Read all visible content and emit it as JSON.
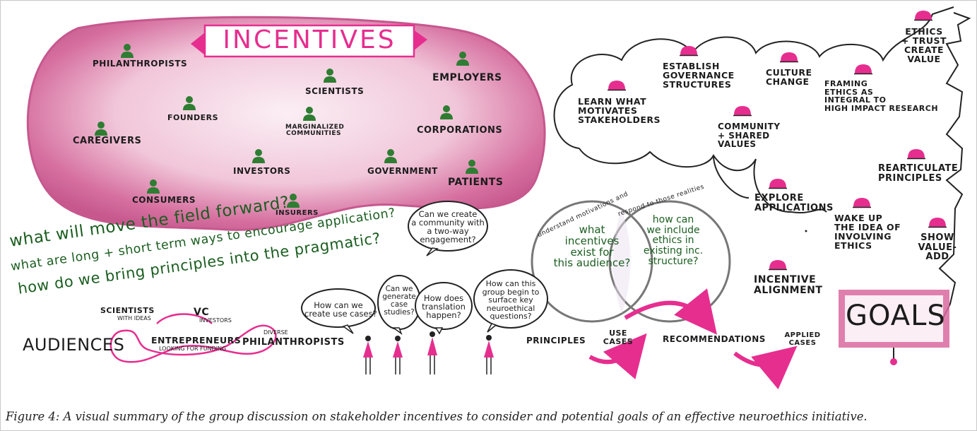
{
  "incentives": {
    "title": "INCENTIVES",
    "stakeholders": [
      "PHILANTHROPISTS",
      "FOUNDERS",
      "SCIENTISTS",
      "EMPLOYERS",
      "CAREGIVERS",
      "MARGINALIZED\nCOMMUNITIES",
      "CORPORATIONS",
      "INVESTORS",
      "GOVERNMENT",
      "PATIENTS",
      "CONSUMERS",
      "INSURERS"
    ]
  },
  "field_questions": [
    "what will move the field forward?",
    "what are long + short term ways to encourage application?",
    "how do we bring principles into the pragmatic?"
  ],
  "audiences": {
    "title": "AUDIENCES",
    "items": [
      "SCIENTISTS",
      "VC",
      "ENTREPRENEURS",
      "PHILANTHROPISTS"
    ],
    "notes": [
      "with ideas",
      "investors",
      "looking for funding",
      "diverse"
    ]
  },
  "speech_bubbles": [
    "How can we\ncreate use cases?",
    "Can we\ngenerate\ncase\nstudies?",
    "How does\ntranslation\nhappen?",
    "How can this\ngroup begin to\nsurface key\nneuroethical\nquestions?",
    "Can we create\na community with\na two-way\nengagement?"
  ],
  "venn": {
    "left_label": "understand motivations and",
    "right_label": "respond to those realities",
    "left_text": "what\nincentives\nexist for\nthis audience?",
    "right_text": "how can\nwe include\nethics in\nexisting inc.\nstructure?"
  },
  "flow": [
    "PRINCIPLES",
    "USE\nCASES",
    "RECOMMENDATIONS",
    "APPLIED\nCASES"
  ],
  "goals": {
    "title": "GOALS",
    "cloud_items": [
      "LEARN WHAT\nMOTIVATES\nSTAKEHOLDERS",
      "ESTABLISH\nGOVERNANCE\nSTRUCTURES",
      "CULTURE\nCHANGE",
      "COMMUNITY\n+ SHARED\nVALUES",
      "FRAMING\nETHICS AS\nINTEGRAL TO\nHIGH IMPACT RESEARCH",
      "ETHICS\n+ TRUST\nCREATE\nVALUE"
    ],
    "items": [
      "REARTICULATE\nPRINCIPLES",
      "EXPLORE\nAPPLICATIONS",
      "WAKE UP\nTHE IDEA OF\nINVOLVING\nETHICS",
      "SHOW\nVALUE-\nADD",
      "INCENTIVE\nALIGNMENT"
    ]
  },
  "caption": "Figure 4: A visual summary of the group discussion on stakeholder incentives to consider and potential goals of an effective neuroethics initiative.",
  "colors": {
    "magenta": "#e62e8f",
    "pink_wash": "#d9699f",
    "green": "#2e7d32",
    "ink": "#1c1c1c"
  }
}
